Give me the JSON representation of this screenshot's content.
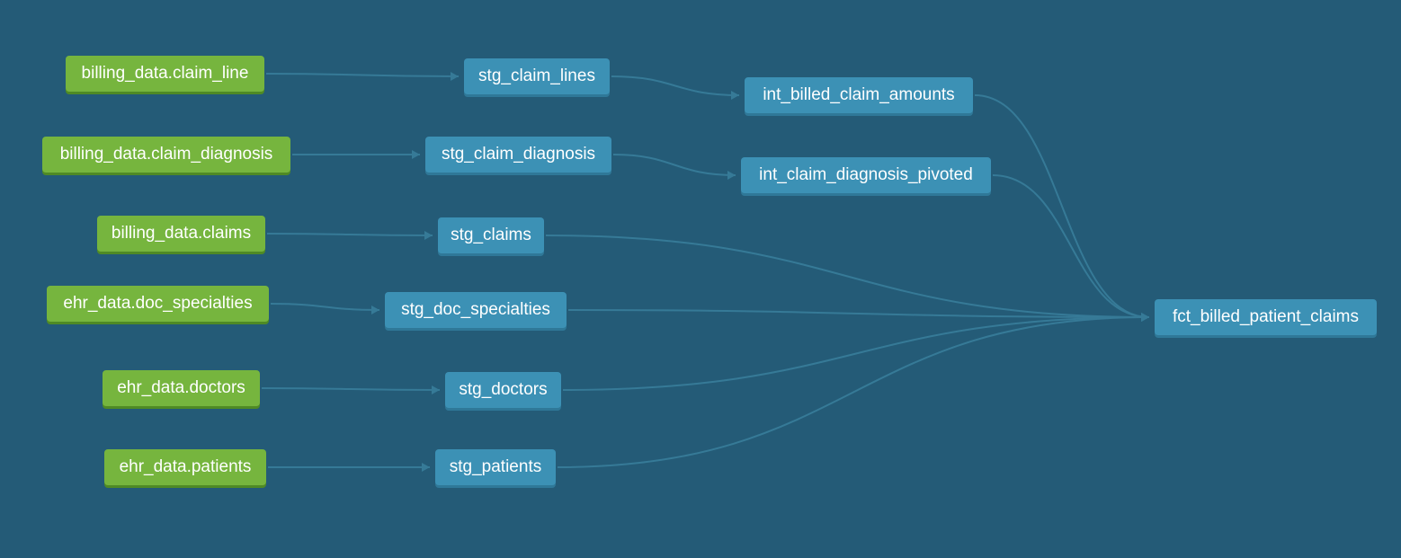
{
  "diagram": {
    "colors": {
      "background": "#245b77",
      "source": "#76b53e",
      "model": "#3c91b5",
      "edge": "#367a97"
    },
    "nodes": [
      {
        "id": "src_claim_line",
        "label": "billing_data.claim_line",
        "kind": "source"
      },
      {
        "id": "src_claim_diagnosis",
        "label": "billing_data.claim_diagnosis",
        "kind": "source"
      },
      {
        "id": "src_claims",
        "label": "billing_data.claims",
        "kind": "source"
      },
      {
        "id": "src_doc_specialties",
        "label": "ehr_data.doc_specialties",
        "kind": "source"
      },
      {
        "id": "src_doctors",
        "label": "ehr_data.doctors",
        "kind": "source"
      },
      {
        "id": "src_patients",
        "label": "ehr_data.patients",
        "kind": "source"
      },
      {
        "id": "stg_claim_lines",
        "label": "stg_claim_lines",
        "kind": "model"
      },
      {
        "id": "stg_claim_diagnosis",
        "label": "stg_claim_diagnosis",
        "kind": "model"
      },
      {
        "id": "stg_claims",
        "label": "stg_claims",
        "kind": "model"
      },
      {
        "id": "stg_doc_specialties",
        "label": "stg_doc_specialties",
        "kind": "model"
      },
      {
        "id": "stg_doctors",
        "label": "stg_doctors",
        "kind": "model"
      },
      {
        "id": "stg_patients",
        "label": "stg_patients",
        "kind": "model"
      },
      {
        "id": "int_billed_claim_amounts",
        "label": "int_billed_claim_amounts",
        "kind": "model"
      },
      {
        "id": "int_claim_diagnosis_pivoted",
        "label": "int_claim_diagnosis_pivoted",
        "kind": "model"
      },
      {
        "id": "fct_billed_patient_claims",
        "label": "fct_billed_patient_claims",
        "kind": "model"
      }
    ],
    "edges": [
      [
        "src_claim_line",
        "stg_claim_lines"
      ],
      [
        "src_claim_diagnosis",
        "stg_claim_diagnosis"
      ],
      [
        "src_claims",
        "stg_claims"
      ],
      [
        "src_doc_specialties",
        "stg_doc_specialties"
      ],
      [
        "src_doctors",
        "stg_doctors"
      ],
      [
        "src_patients",
        "stg_patients"
      ],
      [
        "stg_claim_lines",
        "int_billed_claim_amounts"
      ],
      [
        "stg_claim_diagnosis",
        "int_claim_diagnosis_pivoted"
      ],
      [
        "int_billed_claim_amounts",
        "fct_billed_patient_claims"
      ],
      [
        "int_claim_diagnosis_pivoted",
        "fct_billed_patient_claims"
      ],
      [
        "stg_claims",
        "fct_billed_patient_claims"
      ],
      [
        "stg_doc_specialties",
        "fct_billed_patient_claims"
      ],
      [
        "stg_doctors",
        "fct_billed_patient_claims"
      ],
      [
        "stg_patients",
        "fct_billed_patient_claims"
      ]
    ]
  }
}
